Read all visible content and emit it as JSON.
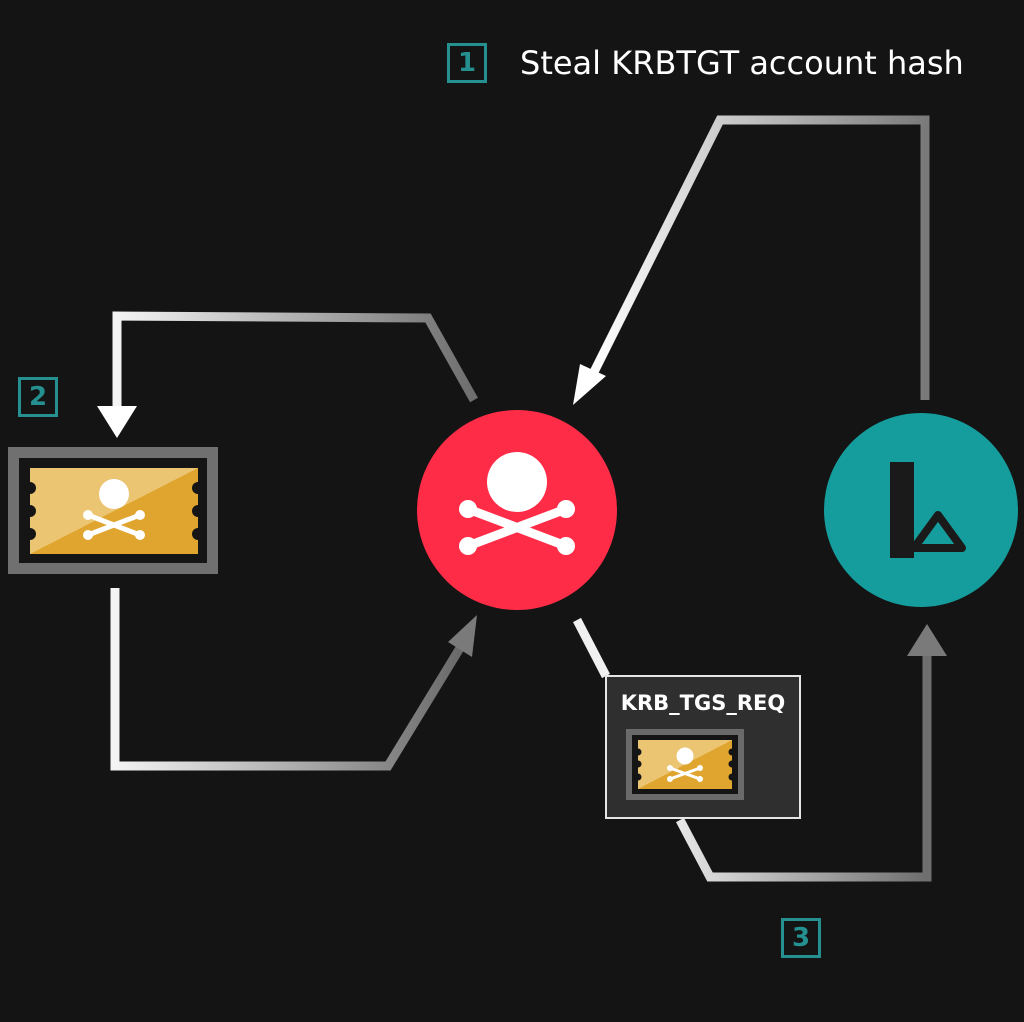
{
  "steps": [
    {
      "number": "1",
      "label": "Steal KRBTGT account hash"
    },
    {
      "number": "2"
    },
    {
      "number": "3"
    }
  ],
  "message": {
    "title": "KRB_TGS_REQ"
  },
  "colors": {
    "background": "#141414",
    "accent_teal": "#24908f",
    "attacker_red": "#fe2c47",
    "server_teal": "#159c9c",
    "ticket_gold": "#e0a732",
    "arrow_light": "#f2f2f2",
    "arrow_dark": "#707070"
  },
  "icons": {
    "attacker": "skull-crossbones-icon",
    "ticket": "golden-ticket-icon",
    "server": "domain-controller-icon"
  }
}
